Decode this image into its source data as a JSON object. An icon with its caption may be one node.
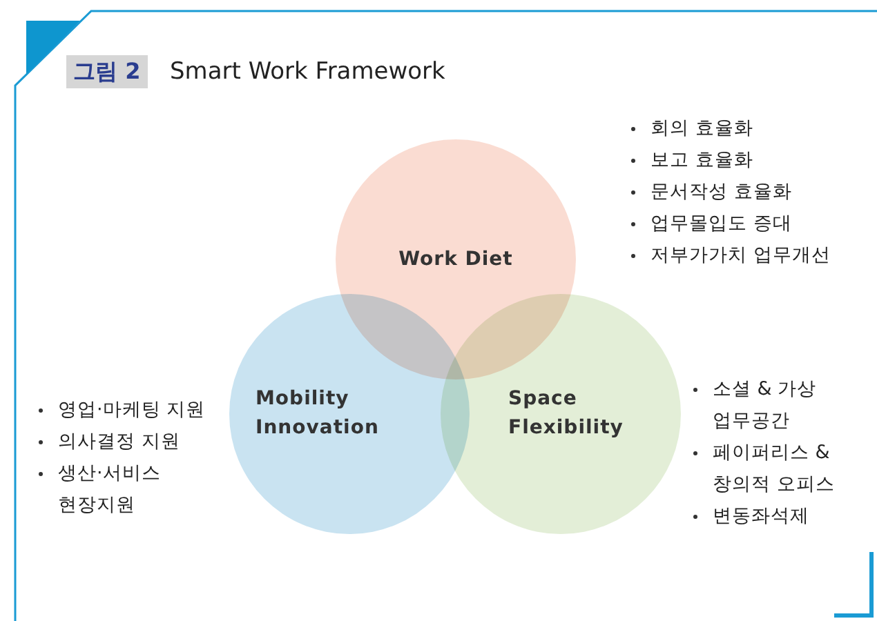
{
  "diagram": {
    "title": "Smart Work Framework",
    "nodes": [
      {
        "text": [
          "Work Diet"
        ],
        "beside": [
          "회의 효율화",
          "보고 효율화",
          "문서작성 효율화",
          "업무몰입도 증대",
          "저부가가치 업무개선"
        ]
      },
      {
        "text": [
          "Mobility Innovation"
        ],
        "beside": [
          "영업·마케팅 지원",
          "의사결정 지원",
          "생산·서비스 현장지원"
        ]
      },
      {
        "text": [
          "Space Flexibility"
        ],
        "beside": [
          "소셜 & 가상 업무공간",
          "페이퍼리스 & 창의적 오피스",
          "변동좌석제"
        ]
      }
    ],
    "edges": [],
    "labels": [
      "그림 2"
    ]
  }
}
